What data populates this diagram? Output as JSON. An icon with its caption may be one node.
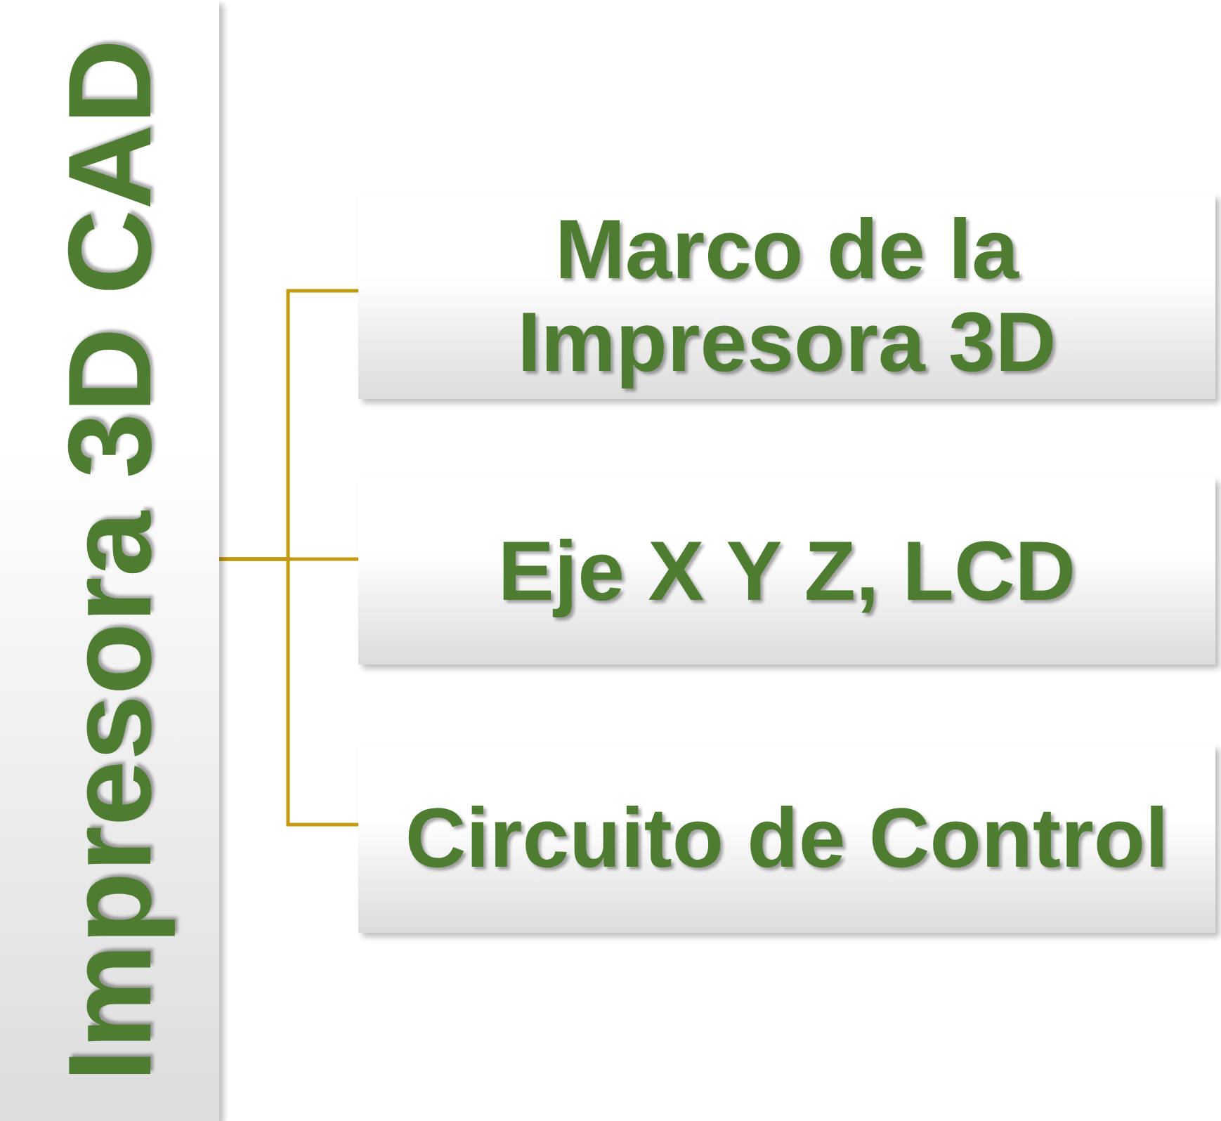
{
  "diagram": {
    "nodes": [
      {
        "text": [
          "Impresora 3D CAD"
        ]
      },
      {
        "text": [
          "Marco de la Impresora 3D"
        ]
      },
      {
        "text": [
          "Eje X Y Z, LCD"
        ]
      },
      {
        "text": [
          "Circuito de Control"
        ]
      }
    ],
    "edges": [
      {
        "from": 0,
        "to": 1,
        "arrow": "none"
      },
      {
        "from": 0,
        "to": 2,
        "arrow": "none"
      },
      {
        "from": 0,
        "to": 3,
        "arrow": "none"
      }
    ]
  }
}
